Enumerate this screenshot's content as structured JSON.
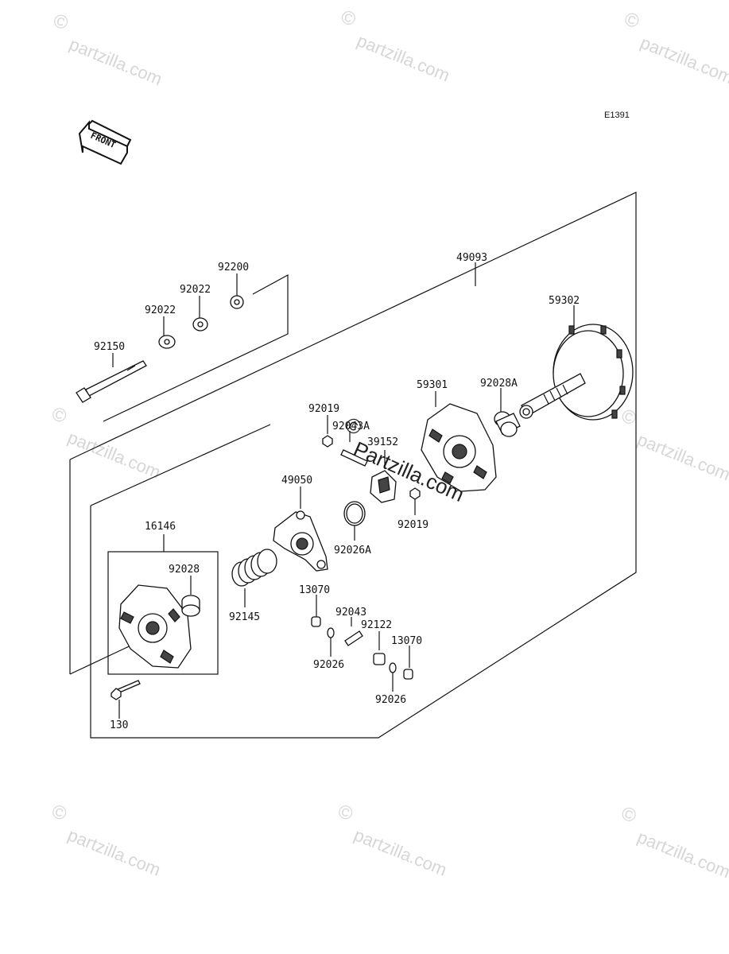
{
  "diagram_code": "E1391",
  "front_label": "FRONT",
  "watermark": "Partzilla.com",
  "watermark_small": "partzilla.com",
  "watermark_symbol": "©",
  "parts": {
    "p49093": "49093",
    "p59302": "59302",
    "p92200": "92200",
    "p92022a": "92022",
    "p92022b": "92022",
    "p92150": "92150",
    "p59301": "59301",
    "p92028A": "92028A",
    "p92019a": "92019",
    "p92043A": "92043A",
    "p39152": "39152",
    "p92019b": "92019",
    "p49050": "49050",
    "p92026A": "92026A",
    "p16146": "16146",
    "p92028": "92028",
    "p92145": "92145",
    "p13070a": "13070",
    "p92043": "92043",
    "p92122": "92122",
    "p13070b": "13070",
    "p92026a": "92026",
    "p92026b": "92026",
    "p130": "130"
  }
}
